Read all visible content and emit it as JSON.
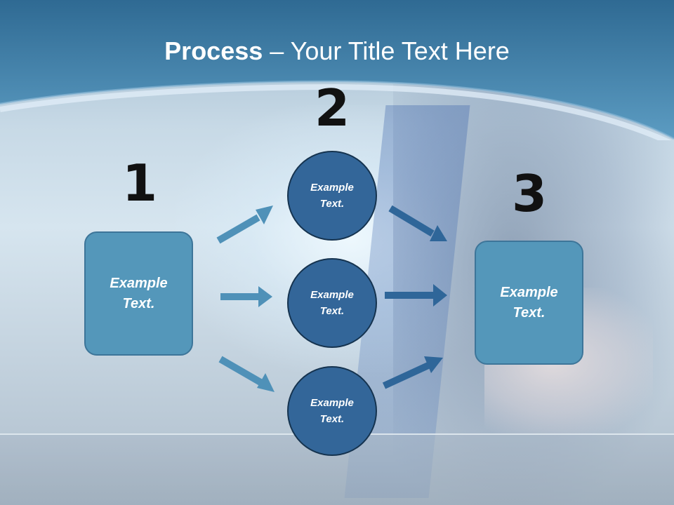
{
  "title": {
    "bold": "Process",
    "rest": " – Your Title Text Here"
  },
  "steps": [
    {
      "number": "1",
      "label": "Example Text."
    },
    {
      "number": "2",
      "items": [
        "Example Text.",
        "Example Text.",
        "Example Text."
      ]
    },
    {
      "number": "3",
      "label": "Example Text."
    }
  ],
  "colors": {
    "box_fill": "#5497ba",
    "circle_fill": "#336699",
    "arrow_light": "#4f91b8",
    "arrow_dark": "#2f6699",
    "header": "#4a88ad"
  }
}
